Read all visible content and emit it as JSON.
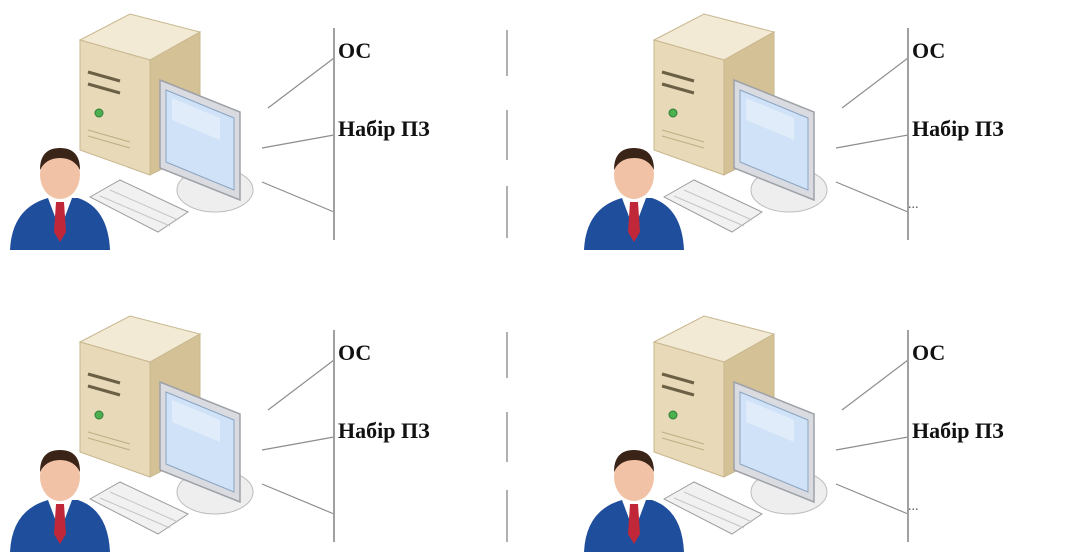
{
  "stations": [
    {
      "os_label": "ОС",
      "software_label": "Набір ПЗ",
      "more_label": ""
    },
    {
      "os_label": "ОС",
      "software_label": "Набір ПЗ",
      "more_label": "..."
    },
    {
      "os_label": "ОС",
      "software_label": "Набір ПЗ",
      "more_label": ""
    },
    {
      "os_label": "ОС",
      "software_label": "Набір ПЗ",
      "more_label": "..."
    }
  ],
  "colors": {
    "case": "#e9dcc0",
    "monitor_frame": "#d6d8dc",
    "screen": "#c9def5",
    "suit": "#1f4e9c",
    "tie": "#c0283a",
    "line": "#9a9a9a"
  }
}
